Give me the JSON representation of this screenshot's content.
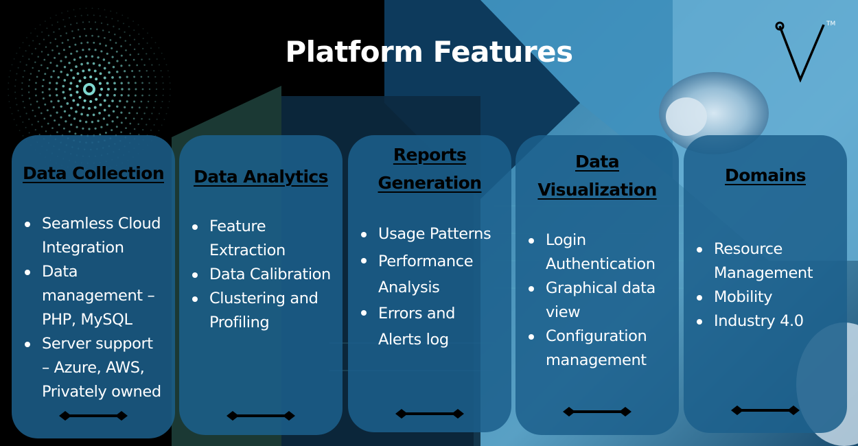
{
  "slide": {
    "title": "Platform Features"
  },
  "logo": {
    "icon": "v-logo-icon",
    "trademark": "TM"
  },
  "cards": [
    {
      "title": [
        "Data Collection"
      ],
      "items": [
        [
          "Seamless Cloud",
          "Integration"
        ],
        [
          "Data",
          "management –",
          "PHP, MySQL"
        ],
        [
          "Server support",
          "– Azure, AWS,",
          "Privately owned"
        ]
      ]
    },
    {
      "title": [
        "Data Analytics"
      ],
      "items": [
        [
          "Feature",
          "Extraction"
        ],
        [
          "Data Calibration"
        ],
        [
          "Clustering and",
          "Profiling"
        ]
      ]
    },
    {
      "title": [
        "Reports",
        "Generation"
      ],
      "items": [
        [
          "Usage Patterns"
        ],
        [
          "Performance",
          "Analysis"
        ],
        [
          "Errors and",
          "Alerts log"
        ]
      ]
    },
    {
      "title": [
        "Data",
        "Visualization"
      ],
      "items": [
        [
          "Login",
          "Authentication"
        ],
        [
          "Graphical data",
          "view"
        ],
        [
          "Configuration",
          "management"
        ]
      ]
    },
    {
      "title": [
        "Domains"
      ],
      "items": [
        [
          "Resource",
          "Management"
        ],
        [
          "Mobility"
        ],
        [
          "Industry 4.0"
        ]
      ]
    }
  ],
  "colors": {
    "card_fill": "#1c5f8c",
    "title_text": "#ffffff",
    "card_heading": "#000000",
    "accent_dots": "#7fd8d0"
  }
}
